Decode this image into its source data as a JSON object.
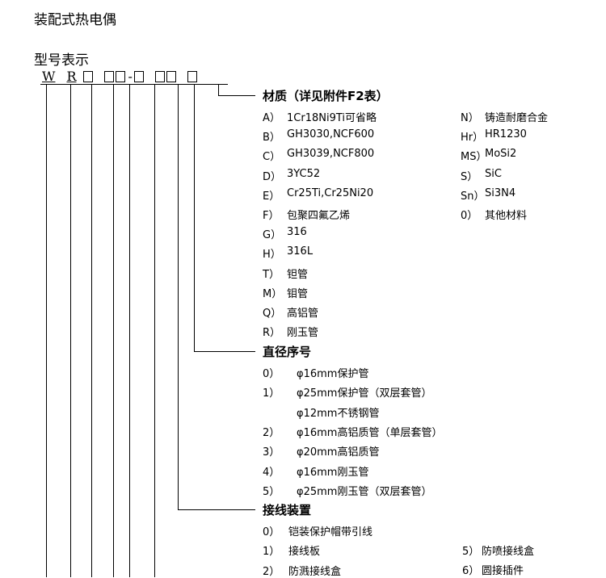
{
  "title": "装配式热电偶",
  "subtitle": "型号表示",
  "code": {
    "c1": "W",
    "c2": "R",
    "dash": "-"
  },
  "sections": {
    "material": {
      "title": "材质（详见附件F2表）",
      "left": [
        {
          "k": "A）",
          "v": "1Cr18Ni9Ti可省略"
        },
        {
          "k": "B）",
          "v": "GH3030,NCF600"
        },
        {
          "k": "C）",
          "v": "GH3039,NCF800"
        },
        {
          "k": "D）",
          "v": "3YC52"
        },
        {
          "k": "E）",
          "v": "Cr25Ti,Cr25Ni20"
        },
        {
          "k": "F）",
          "v": "包聚四氟乙烯"
        },
        {
          "k": "G）",
          "v": "316"
        },
        {
          "k": "H）",
          "v": "316L"
        },
        {
          "k": "T）",
          "v": "钽管"
        },
        {
          "k": "M）",
          "v": "钼管"
        },
        {
          "k": "Q）",
          "v": "高铝管"
        },
        {
          "k": "R）",
          "v": "刚玉管"
        }
      ],
      "right": [
        {
          "k": "N）",
          "v": "铸造耐磨合金"
        },
        {
          "k": "Hr）",
          "v": "HR1230"
        },
        {
          "k": "MS）",
          "v": "MoSi2"
        },
        {
          "k": "S）",
          "v": "SiC"
        },
        {
          "k": "Sn）",
          "v": "Si3N4"
        },
        {
          "k": "0）",
          "v": "其他材料"
        }
      ]
    },
    "diameter": {
      "title": "直径序号",
      "items": [
        {
          "k": "0）",
          "v": "φ16mm保护管"
        },
        {
          "k": "1）",
          "v": "φ25mm保护管（双层套管）"
        },
        {
          "k": "",
          "v": "φ12mm不锈钢管"
        },
        {
          "k": "2）",
          "v": "φ16mm高铝质管（单层套管）"
        },
        {
          "k": "3）",
          "v": "φ20mm高铝质管"
        },
        {
          "k": "4）",
          "v": "φ16mm刚玉管"
        },
        {
          "k": "5）",
          "v": "φ25mm刚玉管（双层套管）"
        }
      ]
    },
    "terminal": {
      "title": "接线装置",
      "left": [
        {
          "k": "0）",
          "v": "铠装保护帽带引线"
        },
        {
          "k": "1）",
          "v": "接线板"
        },
        {
          "k": "2）",
          "v": "防溅接线盒"
        }
      ],
      "right": [
        {
          "k": "5）",
          "v": "防喷接线盒"
        },
        {
          "k": "6）",
          "v": "圆接插件"
        }
      ]
    }
  }
}
